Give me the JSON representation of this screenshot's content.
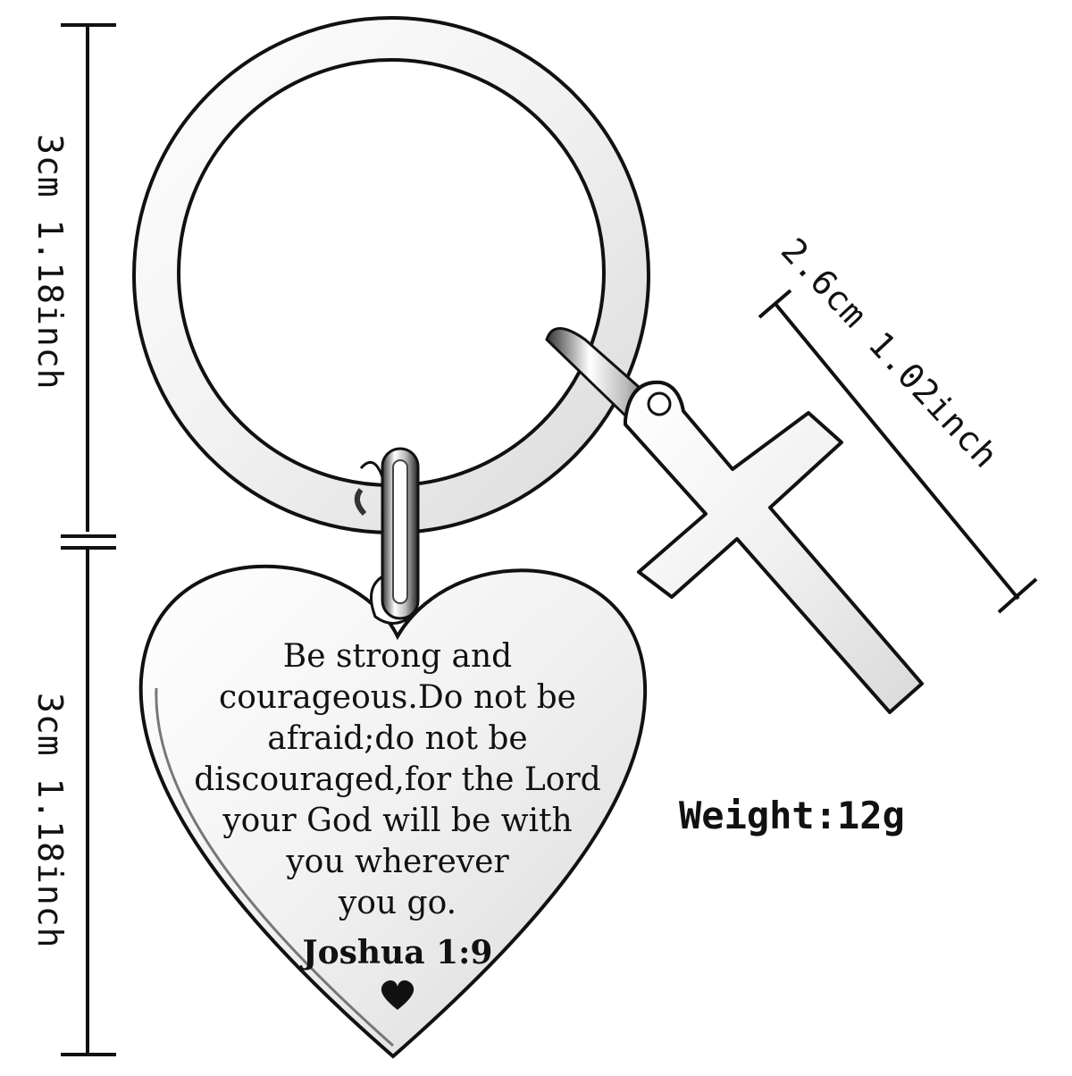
{
  "dimensions": {
    "ring_height": "3cm 1.18inch",
    "heart_height": "3cm 1.18inch",
    "cross_length": "2.6cm 1.02inch"
  },
  "weight": "Weight:12g",
  "engraving": {
    "lines": [
      "Be strong and",
      "courageous.Do not be",
      "afraid;do not be",
      "discouraged,for the Lord",
      "your God will be with",
      "you wherever",
      "you go."
    ],
    "reference": "Joshua 1:9",
    "icon": "heart-icon"
  },
  "colors": {
    "ink": "#111111",
    "metal_light": "#f7f7f7",
    "metal_dark": "#222222"
  }
}
